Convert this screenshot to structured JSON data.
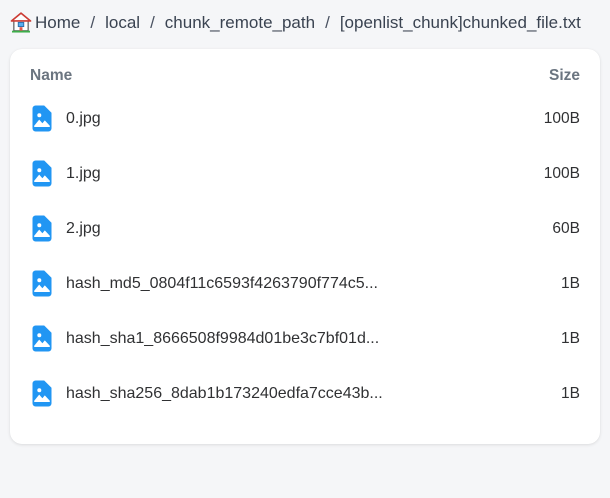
{
  "breadcrumb": {
    "separator": "/",
    "items": [
      "Home",
      "local",
      "chunk_remote_path",
      "[openlist_chunk]chunked_file.txt"
    ]
  },
  "table": {
    "headers": {
      "name": "Name",
      "size": "Size"
    },
    "rows": [
      {
        "name": "0.jpg",
        "size": "100B",
        "icon": "image-file-icon"
      },
      {
        "name": "1.jpg",
        "size": "100B",
        "icon": "image-file-icon"
      },
      {
        "name": "2.jpg",
        "size": "60B",
        "icon": "image-file-icon"
      },
      {
        "name": "hash_md5_0804f11c6593f4263790f774c5...",
        "size": "1B",
        "icon": "image-file-icon"
      },
      {
        "name": "hash_sha1_8666508f9984d01be3c7bf01d...",
        "size": "1B",
        "icon": "image-file-icon"
      },
      {
        "name": "hash_sha256_8dab1b173240edfa7cce43b...",
        "size": "1B",
        "icon": "image-file-icon"
      }
    ]
  },
  "colors": {
    "accent_blue": "#2196f3",
    "page_background": "#f5f6f8",
    "card_background": "#ffffff",
    "header_text": "#6b7580",
    "body_text": "#303133"
  },
  "icons": {
    "breadcrumb_home": "house-emoji-icon",
    "file_row": "image-file-icon"
  }
}
